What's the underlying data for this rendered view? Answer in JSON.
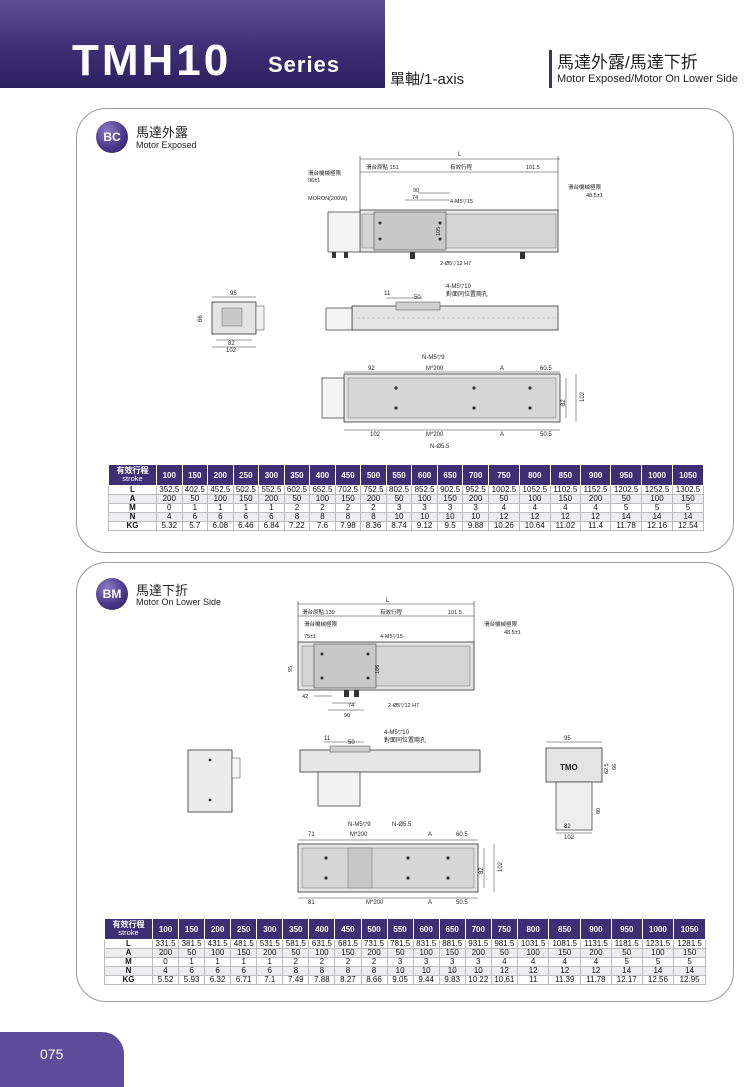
{
  "header": {
    "title": "TMH10",
    "series": "Series",
    "axis": "單軸/1-axis",
    "category_zh": "馬達外露/馬達下折",
    "category_en": "Motor Exposed/Motor On Lower Side"
  },
  "sections": [
    {
      "badge": "BC",
      "title_zh": "馬達外露",
      "title_en": "Motor Exposed",
      "labels": {
        "L": "L",
        "home": "滑台原點 151",
        "stroke": "有效行程",
        "d1015": "101.5",
        "limit_left": "滑台機械極限",
        "limit_left_v": "96±1",
        "moron": "MORON(200W)",
        "d90": "90",
        "d74": "74",
        "m5": "4-M5▽15",
        "d105": "105",
        "pin": "2-Ø5▽12 H7",
        "limit_right": "滑台機械極限",
        "limit_right_v": "48.5±1",
        "e95": "95",
        "e66": "66",
        "e82": "82",
        "e102": "102",
        "s11": "11",
        "s50": "50",
        "s_m5": "4-M5▽10",
        "s_pos": "對面同位置兩孔",
        "b_nm5": "N-M5▽9",
        "b92": "92",
        "b_m200": "M*200",
        "b_A": "A",
        "b605": "60.5",
        "b82": "82",
        "b102": "102",
        "b_102": "102",
        "b_m200b": "M*200",
        "b_Ab": "A",
        "b505": "50.5",
        "b_n55": "N-Ø5.5"
      },
      "table": {
        "head_zh": "有效行程",
        "head_en": "stroke",
        "strokes": [
          "100",
          "150",
          "200",
          "250",
          "300",
          "350",
          "400",
          "450",
          "500",
          "550",
          "600",
          "650",
          "700",
          "750",
          "800",
          "850",
          "900",
          "950",
          "1000",
          "1050"
        ],
        "rows": [
          {
            "label": "L",
            "values": [
              "352.5",
              "402.5",
              "452.5",
              "502.5",
              "552.5",
              "602.5",
              "652.5",
              "702.5",
              "752.5",
              "802.5",
              "852.5",
              "902.5",
              "952.5",
              "1002.5",
              "1052.5",
              "1102.5",
              "1152.5",
              "1202.5",
              "1252.5",
              "1302.5"
            ]
          },
          {
            "label": "A",
            "values": [
              "200",
              "50",
              "100",
              "150",
              "200",
              "50",
              "100",
              "150",
              "200",
              "50",
              "100",
              "150",
              "200",
              "50",
              "100",
              "150",
              "200",
              "50",
              "100",
              "150"
            ]
          },
          {
            "label": "M",
            "values": [
              "0",
              "1",
              "1",
              "1",
              "1",
              "2",
              "2",
              "2",
              "2",
              "3",
              "3",
              "3",
              "3",
              "4",
              "4",
              "4",
              "4",
              "5",
              "5",
              "5"
            ]
          },
          {
            "label": "N",
            "values": [
              "4",
              "6",
              "6",
              "6",
              "6",
              "8",
              "8",
              "8",
              "8",
              "10",
              "10",
              "10",
              "10",
              "12",
              "12",
              "12",
              "12",
              "14",
              "14",
              "14"
            ]
          },
          {
            "label": "KG",
            "values": [
              "5.32",
              "5.7",
              "6.08",
              "6.46",
              "6.84",
              "7.22",
              "7.6",
              "7.98",
              "8.36",
              "8.74",
              "9.12",
              "9.5",
              "9.88",
              "10.26",
              "10.64",
              "11.02",
              "11.4",
              "11.78",
              "12.16",
              "12.54"
            ]
          }
        ]
      }
    },
    {
      "badge": "BM",
      "title_zh": "馬達下折",
      "title_en": "Motor On Lower Side",
      "labels": {
        "L": "L",
        "home": "滑台原點 130",
        "stroke": "有效行程",
        "d1015": "101.5",
        "limit_left": "滑台機械極限",
        "limit_left_v": "75±1",
        "m5": "4-M5▽15",
        "limit_right": "滑台機械極限",
        "limit_right_v": "48.5±1",
        "d95": "95",
        "d106": "106",
        "d42": "42",
        "d74": "74",
        "d90": "90",
        "pin": "2-Ø5▽12 H7",
        "s11": "11",
        "s50": "50",
        "s_m5": "4-M5▽10",
        "s_pos": "對面同位置兩孔",
        "e95": "95",
        "e625": "62.5",
        "e66": "66",
        "e80": "80",
        "e82": "82",
        "e102": "102",
        "logo": "TMO",
        "b71": "71",
        "b_nm5": "N-M5▽9",
        "b_m200": "M*200",
        "b_n55": "N-Ø5.5",
        "b_A": "A",
        "b605": "60.5",
        "b82": "82",
        "b102": "102",
        "b81": "81",
        "b_m200b": "M*200",
        "b_Ab": "A",
        "b505": "50.5"
      },
      "table": {
        "head_zh": "有效行程",
        "head_en": "stroke",
        "strokes": [
          "100",
          "150",
          "200",
          "250",
          "300",
          "350",
          "400",
          "450",
          "500",
          "550",
          "600",
          "650",
          "700",
          "750",
          "800",
          "850",
          "900",
          "950",
          "1000",
          "1050"
        ],
        "rows": [
          {
            "label": "L",
            "values": [
              "331.5",
              "381.5",
              "431.5",
              "481.5",
              "531.5",
              "581.5",
              "631.5",
              "681.5",
              "731.5",
              "781.5",
              "831.5",
              "881.5",
              "931.5",
              "981.5",
              "1031.5",
              "1081.5",
              "1131.5",
              "1181.5",
              "1231.5",
              "1281.5"
            ]
          },
          {
            "label": "A",
            "values": [
              "200",
              "50",
              "100",
              "150",
              "200",
              "50",
              "100",
              "150",
              "200",
              "50",
              "100",
              "150",
              "200",
              "50",
              "100",
              "150",
              "200",
              "50",
              "100",
              "150"
            ]
          },
          {
            "label": "M",
            "values": [
              "0",
              "1",
              "1",
              "1",
              "1",
              "2",
              "2",
              "2",
              "2",
              "3",
              "3",
              "3",
              "3",
              "4",
              "4",
              "4",
              "4",
              "5",
              "5",
              "5"
            ]
          },
          {
            "label": "N",
            "values": [
              "4",
              "6",
              "6",
              "6",
              "6",
              "8",
              "8",
              "8",
              "8",
              "10",
              "10",
              "10",
              "10",
              "12",
              "12",
              "12",
              "12",
              "14",
              "14",
              "14"
            ]
          },
          {
            "label": "KG",
            "values": [
              "5.52",
              "5.93",
              "6.32",
              "6.71",
              "7.1",
              "7.49",
              "7.88",
              "8.27",
              "8.66",
              "9.05",
              "9.44",
              "9.83",
              "10.22",
              "10.61",
              "11",
              "11.39",
              "11.78",
              "12.17",
              "12.56",
              "12.95"
            ]
          }
        ]
      }
    }
  ],
  "footer": {
    "page": "075"
  }
}
